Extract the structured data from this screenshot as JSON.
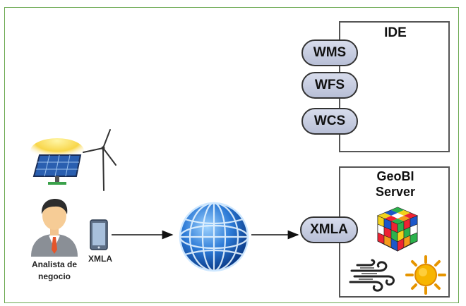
{
  "ide": {
    "title": "IDE",
    "services": [
      {
        "label": "WMS"
      },
      {
        "label": "WFS"
      },
      {
        "label": "WCS"
      }
    ]
  },
  "geobi": {
    "title_line1": "GeoBI",
    "title_line2": "Server",
    "endpoint_label": "XMLA"
  },
  "client": {
    "device_label": "XMLA",
    "user_line1": "Analista de",
    "user_line2": "negocio"
  }
}
